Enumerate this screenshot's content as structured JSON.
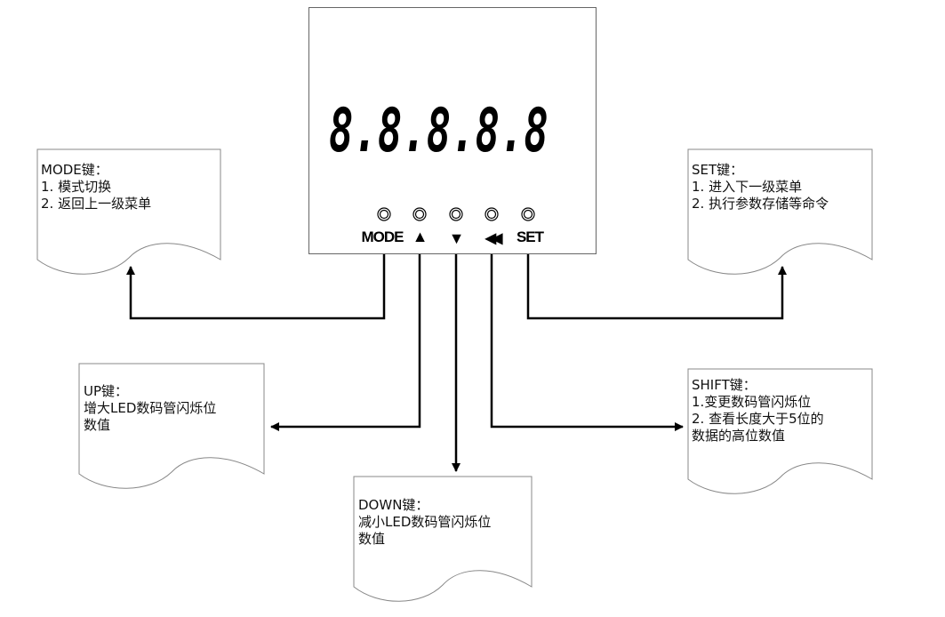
{
  "display": {
    "digits": "8.8.8.8.8",
    "digit_count": 5
  },
  "buttons": [
    {
      "id": "mode",
      "label": "MODE",
      "icon": "text"
    },
    {
      "id": "up",
      "label": "▲",
      "icon": "triangle-up"
    },
    {
      "id": "down",
      "label": "▼",
      "icon": "triangle-down"
    },
    {
      "id": "shift",
      "label": "◀◀",
      "icon": "double-left"
    },
    {
      "id": "set",
      "label": "SET",
      "icon": "text"
    }
  ],
  "notes": {
    "mode": {
      "title": "MODE键：",
      "lines": [
        "1. 模式切换",
        "2. 返回上一级菜单"
      ]
    },
    "set": {
      "title": "SET键：",
      "lines": [
        "1. 进入下一级菜单",
        "2. 执行参数存储等命令"
      ]
    },
    "up": {
      "title": "UP键：",
      "lines": [
        "增大LED数码管闪烁位",
        "数值"
      ]
    },
    "down": {
      "title": "DOWN键：",
      "lines": [
        "减小LED数码管闪烁位",
        "数值"
      ]
    },
    "shift": {
      "title": "SHIFT键：",
      "lines": [
        "1.变更数码管闪烁位",
        "2. 查看长度大于5位的",
        "数据的高位数值"
      ]
    }
  }
}
